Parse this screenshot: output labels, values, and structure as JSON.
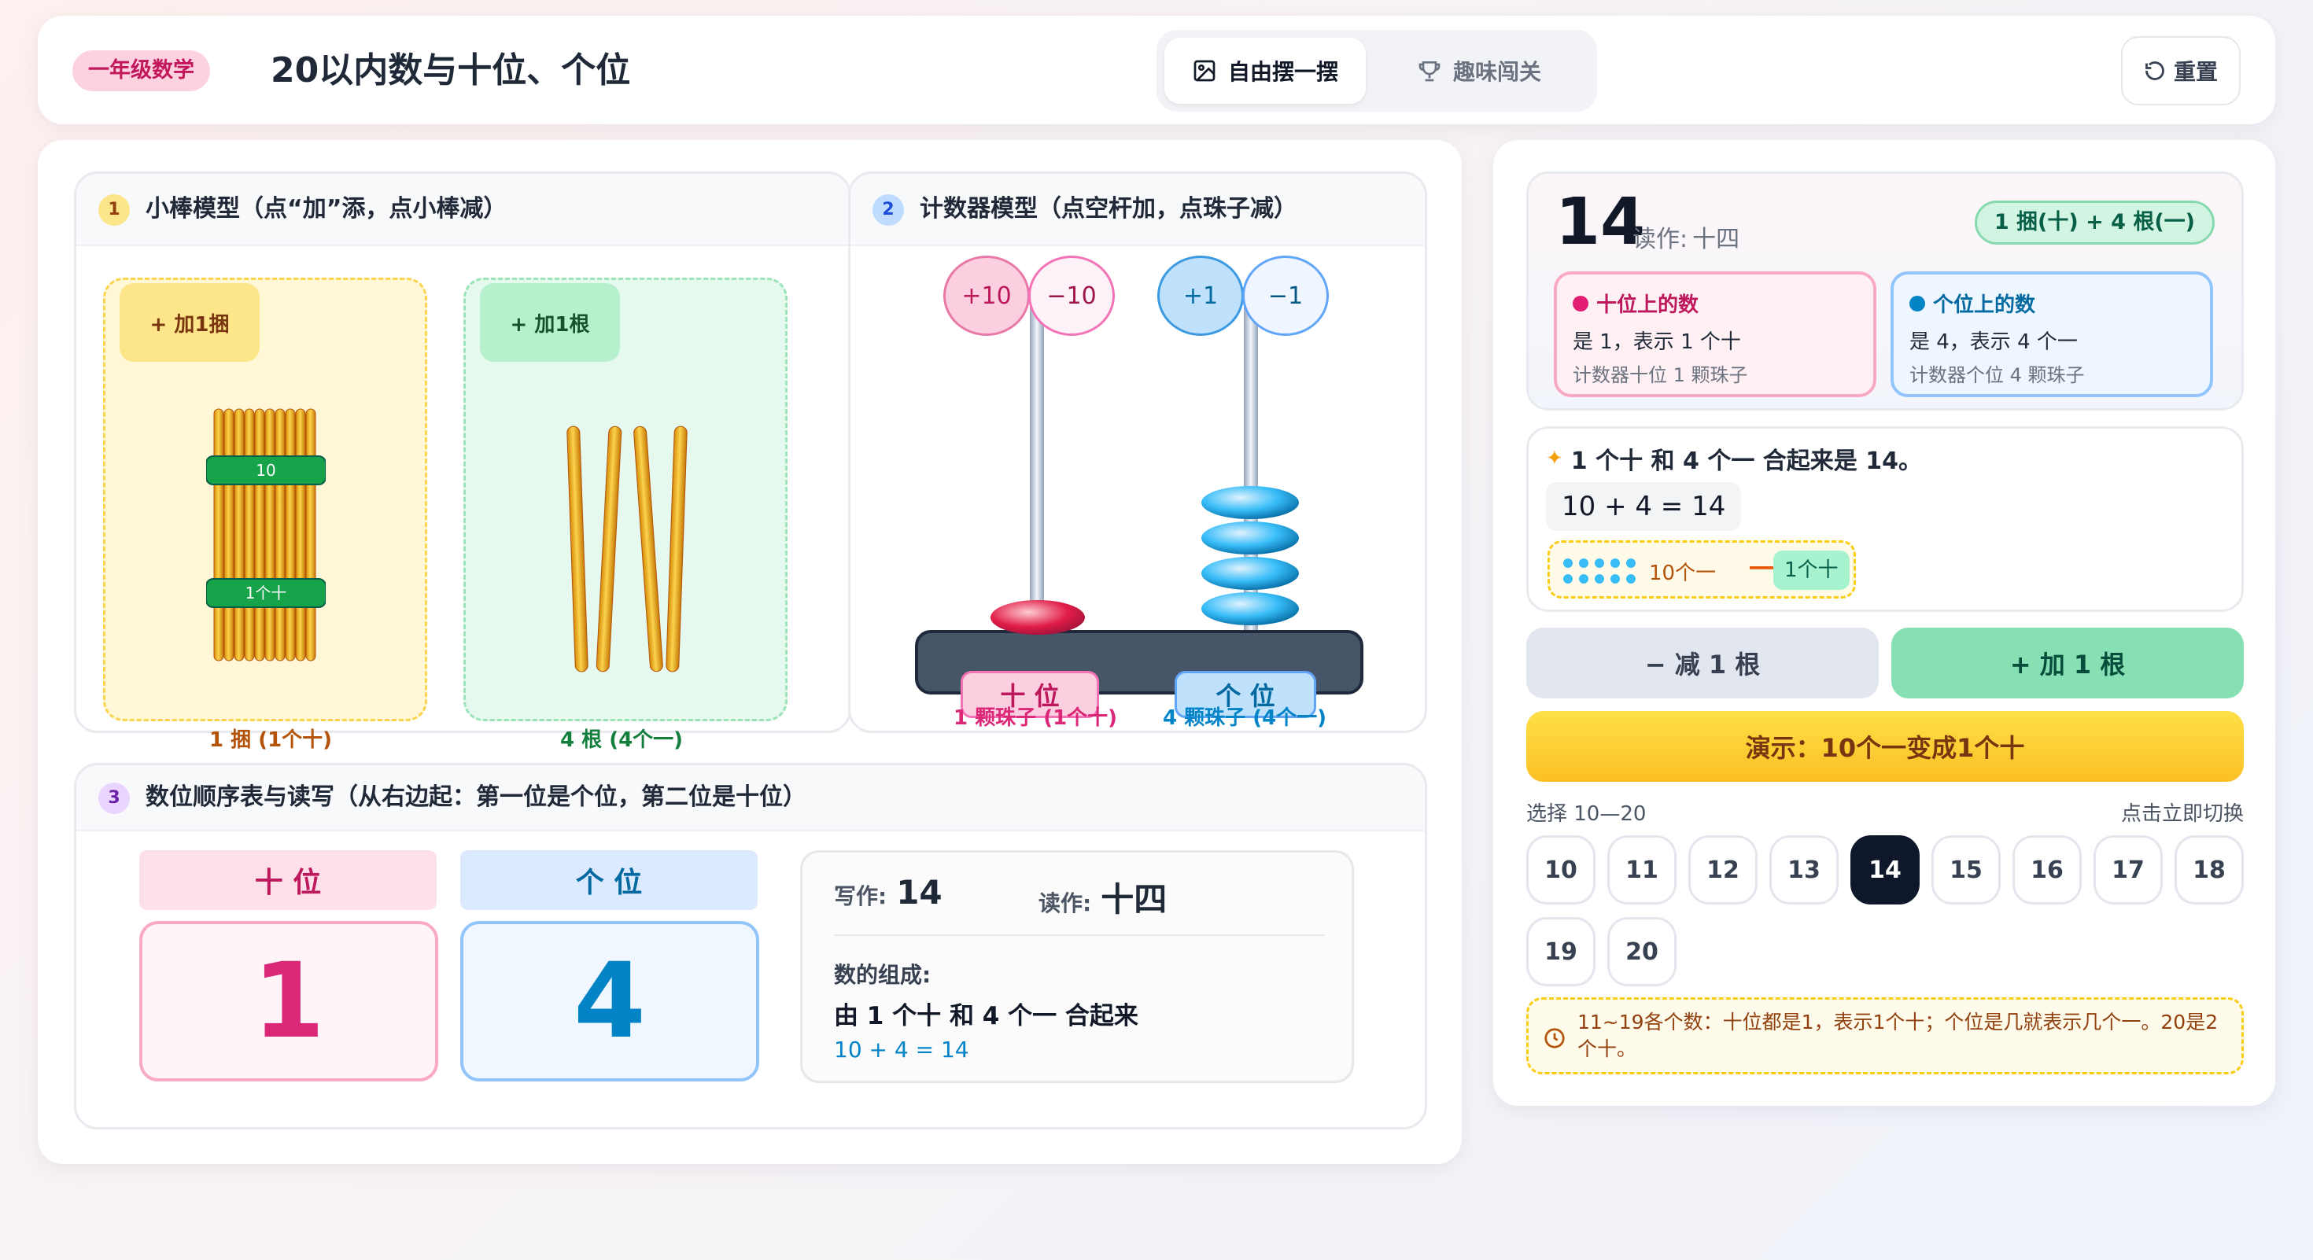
{
  "header": {
    "grade": "一年级数学",
    "title": "20以内数与十位、个位",
    "modes": [
      {
        "label": "自由摆一摆"
      },
      {
        "label": "趣味闯关"
      }
    ],
    "reset": "重置"
  },
  "sticks": {
    "index": "1",
    "title": "小棒模型（点“加”添，点小棒减）",
    "add_bundle": "+ 加1捆",
    "add_stick": "+ 加1根",
    "band_top": "10",
    "band_bottom": "1个十",
    "caption_tens": "1 捆 (1个十)",
    "caption_ones": "4 根 (4个一)",
    "bundles": 1,
    "loose_sticks": 4
  },
  "counter": {
    "index": "2",
    "title": "计数器模型（点空杆加，点珠子减）",
    "tens_plus": "+10",
    "tens_minus": "−10",
    "ones_plus": "+1",
    "ones_minus": "−1",
    "tens_label": "十 位",
    "ones_label": "个 位",
    "caption_tens": "1 颗珠子 (1个十)",
    "caption_ones": "4 颗珠子 (4个一)",
    "tens_beads": 1,
    "ones_beads": 4
  },
  "place_value": {
    "index": "3",
    "title": "数位顺序表与读写（从右边起：第一位是个位，第二位是十位）",
    "tens_header": "十 位",
    "ones_header": "个 位",
    "tens_digit": "1",
    "ones_digit": "4",
    "write_label": "写作:",
    "write_value": "14",
    "read_label": "读作:",
    "read_value": "十四",
    "composition_label": "数的组成:",
    "composition_text": "由 1 个十 和 4 个一 合起来",
    "equation": "10 + 4 = 14"
  },
  "summary": {
    "number": "14",
    "read_label": "读作:",
    "read_value": "十四",
    "badge": "1 捆(十) + 4 根(一)",
    "tens_card": {
      "title": "十位上的数",
      "line": "是 1，表示 1 个十",
      "sub": "计数器十位 1 颗珠子"
    },
    "ones_card": {
      "title": "个位上的数",
      "line": "是 4，表示 4 个一",
      "sub": "计数器个位 4 颗珠子"
    }
  },
  "explain": {
    "sentence": "1 个十 和 4 个一 合起来是 14。",
    "equation": "10 + 4 = 14",
    "ten_ones": "10个一",
    "one_ten": "1个十"
  },
  "actions": {
    "minus": "−  减 1 根",
    "plus": "+  加 1 根",
    "demo": "演示：10个一变成1个十"
  },
  "picker": {
    "label": "选择 10—20",
    "hint": "点击立即切换",
    "numbers": [
      "10",
      "11",
      "12",
      "13",
      "14",
      "15",
      "16",
      "17",
      "18",
      "19",
      "20"
    ],
    "selected": "14"
  },
  "tip": "11~19各个数：十位都是1，表示1个十；个位是几就表示几个一。20是2个十。",
  "colors": {
    "pink": "#e11d74",
    "blue": "#0284c7",
    "yellow": "#fde047",
    "green": "#86e0b4"
  }
}
